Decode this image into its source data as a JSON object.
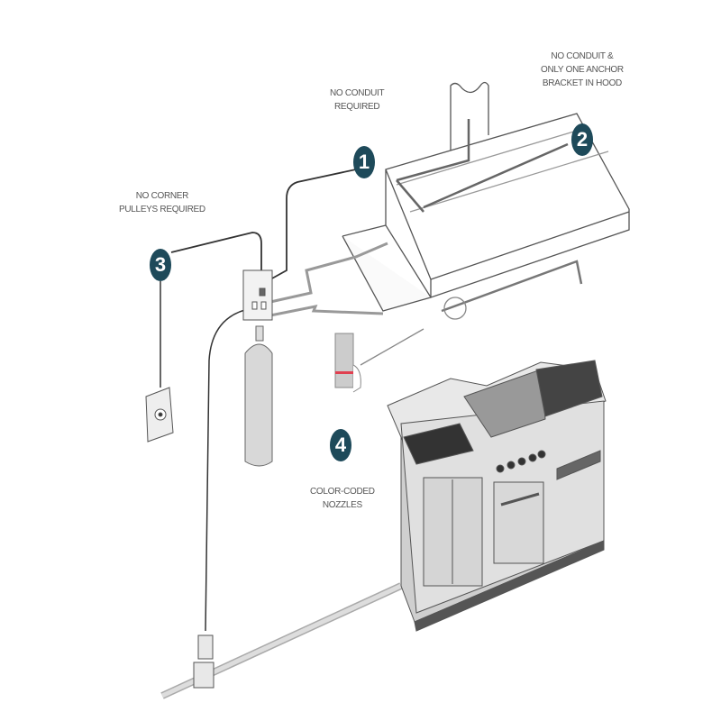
{
  "callouts": [
    {
      "number": "1",
      "label_line1": "NO CONDUIT",
      "label_line2": "REQUIRED"
    },
    {
      "number": "2",
      "label_line1": "NO CONDUIT &",
      "label_line2": "ONLY ONE ANCHOR",
      "label_line3": "BRACKET IN HOOD"
    },
    {
      "number": "3",
      "label_line1": "NO CORNER",
      "label_line2": "PULLEYS REQUIRED"
    },
    {
      "number": "4",
      "label_line1": "COLOR-CODED",
      "label_line2": "NOZZLES"
    }
  ],
  "colors": {
    "badge": "#1e4a5a",
    "nozzle_band": "#e04050",
    "line": "#444444"
  }
}
